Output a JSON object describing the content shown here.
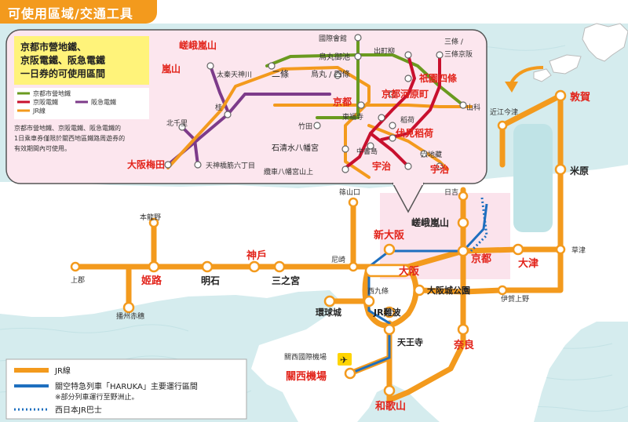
{
  "header": {
    "title": "可使用區域/交通工具"
  },
  "inset": {
    "ticket_title": [
      "京都市營地鐵、",
      "京阪電鐵、阪急電鐵",
      "一日券的可使用區間"
    ],
    "legend": {
      "subway": "京都市營地鐵",
      "keihan": "京阪電鐵",
      "hankyu": "阪急電鐵",
      "jr": "JR線"
    },
    "note": [
      "京都市營地鐵、京阪電鐵、阪急電鐵的",
      "1日乘車券僅限於關西地區鐵路周遊券的",
      "有效期間內可使用。"
    ],
    "stations": {
      "kokusai": "國際會館",
      "demachiyanagi": "出町柳",
      "sanjo": "三條 /",
      "sanjo2": "三條京阪",
      "saga_arashiyama": "嵯峨嵐山",
      "arashiyama": "嵐山",
      "uzumasa": "太秦天神川",
      "nijo": "二條",
      "karasuma_oike": "烏丸御池",
      "karasuma_shijo": "烏丸 / 四條",
      "gion_shijo": "祇園四條",
      "kyoto": "京都",
      "kyoto_kawaramachi": "京都河原町",
      "yamashina": "山科",
      "katsura": "桂",
      "tofukuji": "東福寺",
      "inari": "稻荷",
      "fushimi_inari": "伏見稻荷",
      "takeda": "竹田",
      "kitasenri": "北千里",
      "iwashimizu": "石清水八幡宮",
      "chushojima": "中書島",
      "rokujizo": "六地藏",
      "uji_keihan": "宇治",
      "uji_jr": "宇治",
      "osaka_umeda": "大阪梅田",
      "tenjinbashi": "天神橋筋六丁目",
      "kintetsu_yawata": "纜車八幡宮山上"
    }
  },
  "main_stations": {
    "tsuruga": "敦賀",
    "omi_imazu": "近江今津",
    "maibara": "米原",
    "kusatsu": "草津",
    "otsu": "大津",
    "iga_ueno": "伊賀上野",
    "hieizan": "日吉",
    "saga_arashiyama": "嵯峨嵐山",
    "kyoto": "京都",
    "shin_osaka": "新大阪",
    "osaka": "大阪",
    "sasayamaguchi": "篠山口",
    "amagasaki": "尼崎",
    "kobe": "神戶",
    "sannomiya": "三之宮",
    "akashi": "明石",
    "himeji": "姬路",
    "kamigori": "上郡",
    "harima_ako": "播州赤穗",
    "motoyama": "本龍野",
    "nishikujo": "西九條",
    "osakajokoen": "大阪城公園",
    "kankyujo": "環球城",
    "jr_namba": "JR難波",
    "tennoji": "天王寺",
    "nara": "奈良",
    "kansai_airport_label": "關西國際機場",
    "kansai_airport": "關西機場",
    "wakayama": "和歌山"
  },
  "bottom_legend": {
    "jr": "JR線",
    "haruka": "關空特急列車「HARUKA」主要運行區間",
    "haruka_note": "※部分列車運行至野洲止。",
    "bus": "西日本JR巴士"
  },
  "colors": {
    "jr": "#f39a1d",
    "haruka": "#1e6fbf",
    "subway": "#6a9a1f",
    "keihan": "#c8102e",
    "hankyu": "#7d3b8a",
    "station_red": "#e2231a",
    "sea": "#cfe7ea",
    "land": "#ffffff",
    "inset_bg": "#fbe3ea",
    "ticket_yellow": "#fff37a",
    "header": "#f39a1d"
  },
  "icons": {
    "airport": "airplane-icon",
    "direction": "curved-arrow-icon",
    "japan": "japan-outline-icon"
  }
}
